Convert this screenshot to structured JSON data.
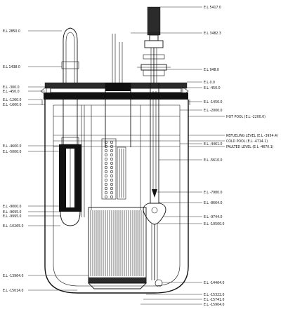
{
  "elevation_labels_left": [
    "E.L 2850.0",
    "E.L 1438.0",
    "E.L -300.0",
    "E.L -450.0",
    "E.L -1260.0",
    "E.L -1600.0",
    "E.L -4600.0",
    "E.L -5000.0",
    "E.L -9000.0",
    "E.L -9695.0",
    "E.L -9995.0",
    "E.L -10265.0",
    "E.L -13964.0",
    "E.L -15014.0"
  ],
  "elevation_labels_right": [
    "E.L 5417.0",
    "E.L 3482.3",
    "E.L 948.0",
    "E.L 0.0",
    "E.L -450.0",
    "E.L -1450.0",
    "E.L -2000.0",
    "E.L -4461.0",
    "E.L -5610.0",
    "E.L -7980.0",
    "E.L -8664.0",
    "E.L -9744.0",
    "E.L -10500.0",
    "E.L -14464.0",
    "E.L -15322.0",
    "E.L -15741.0",
    "E.L -15904.0"
  ],
  "pool_labels": [
    "HOT POOL (E.L -2200.0)",
    "REFUELING LEVEL (E.L -3954.4)",
    "COLD POOL (E.L -4714.1)",
    "FAULTED LEVEL (E.L -4670.1)"
  ]
}
